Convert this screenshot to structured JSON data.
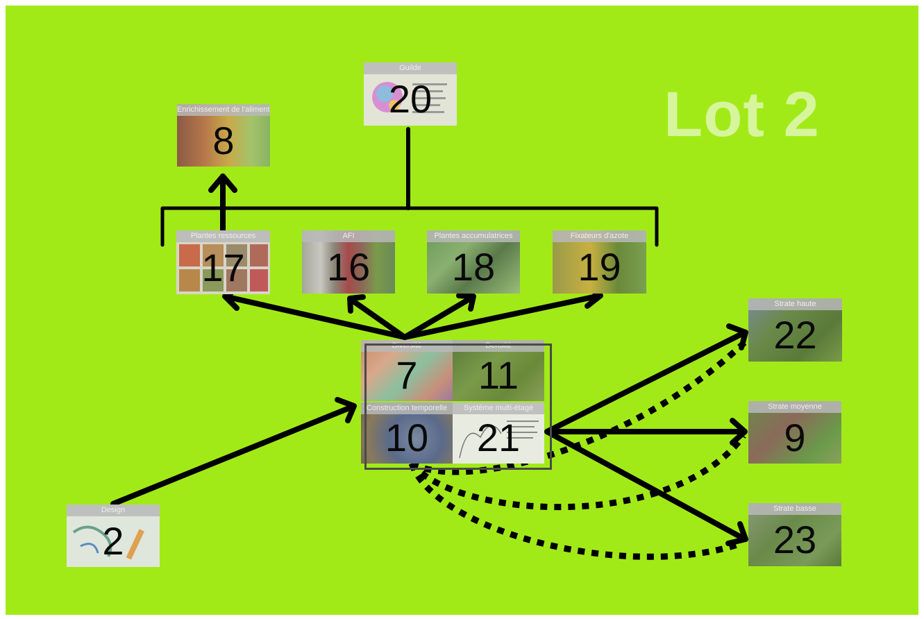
{
  "background": "#a2ea17",
  "title": "Lot 2",
  "colors": {
    "arrow": "#000000",
    "title": "#d6f59c",
    "caption_bg": "#b9b9b9"
  },
  "nodes": {
    "n20": {
      "number": "20",
      "caption": "Guilde"
    },
    "n8": {
      "number": "8",
      "caption": "Enrichissement de l'alimentation"
    },
    "n17": {
      "number": "17",
      "caption": "Plantes ressources"
    },
    "n16": {
      "number": "16",
      "caption": "AFI"
    },
    "n18": {
      "number": "18",
      "caption": "Plantes accumulatrices"
    },
    "n19": {
      "number": "19",
      "caption": "Fixateurs d'azote"
    },
    "n7": {
      "number": "7",
      "caption": "Diversité"
    },
    "n11": {
      "number": "11",
      "caption": "Densité"
    },
    "n10": {
      "number": "10",
      "caption": "Construction temporelle"
    },
    "n21": {
      "number": "21",
      "caption": "Système multi-étagé"
    },
    "n22": {
      "number": "22",
      "caption": "Strate haute"
    },
    "n9": {
      "number": "9",
      "caption": "Strate moyenne"
    },
    "n23": {
      "number": "23",
      "caption": "Strate basse"
    },
    "n2": {
      "number": "2",
      "caption": "Design"
    }
  },
  "edges": [
    {
      "from": "2",
      "to": "group-7-11-10-21",
      "style": "solid"
    },
    {
      "from": "group-7-11-10-21",
      "to": "17",
      "style": "solid"
    },
    {
      "from": "group-7-11-10-21",
      "to": "16",
      "style": "solid"
    },
    {
      "from": "group-7-11-10-21",
      "to": "18",
      "style": "solid"
    },
    {
      "from": "group-7-11-10-21",
      "to": "19",
      "style": "solid"
    },
    {
      "from": "17",
      "to": "8",
      "style": "solid"
    },
    {
      "from": "20",
      "to": "17,16,18,19",
      "style": "bracket"
    },
    {
      "from": "21",
      "to": "22",
      "style": "solid"
    },
    {
      "from": "21",
      "to": "9",
      "style": "solid"
    },
    {
      "from": "21",
      "to": "23",
      "style": "solid"
    },
    {
      "from": "10",
      "to": "22",
      "style": "dotted"
    },
    {
      "from": "10",
      "to": "9",
      "style": "dotted"
    },
    {
      "from": "10",
      "to": "23",
      "style": "dotted"
    }
  ]
}
